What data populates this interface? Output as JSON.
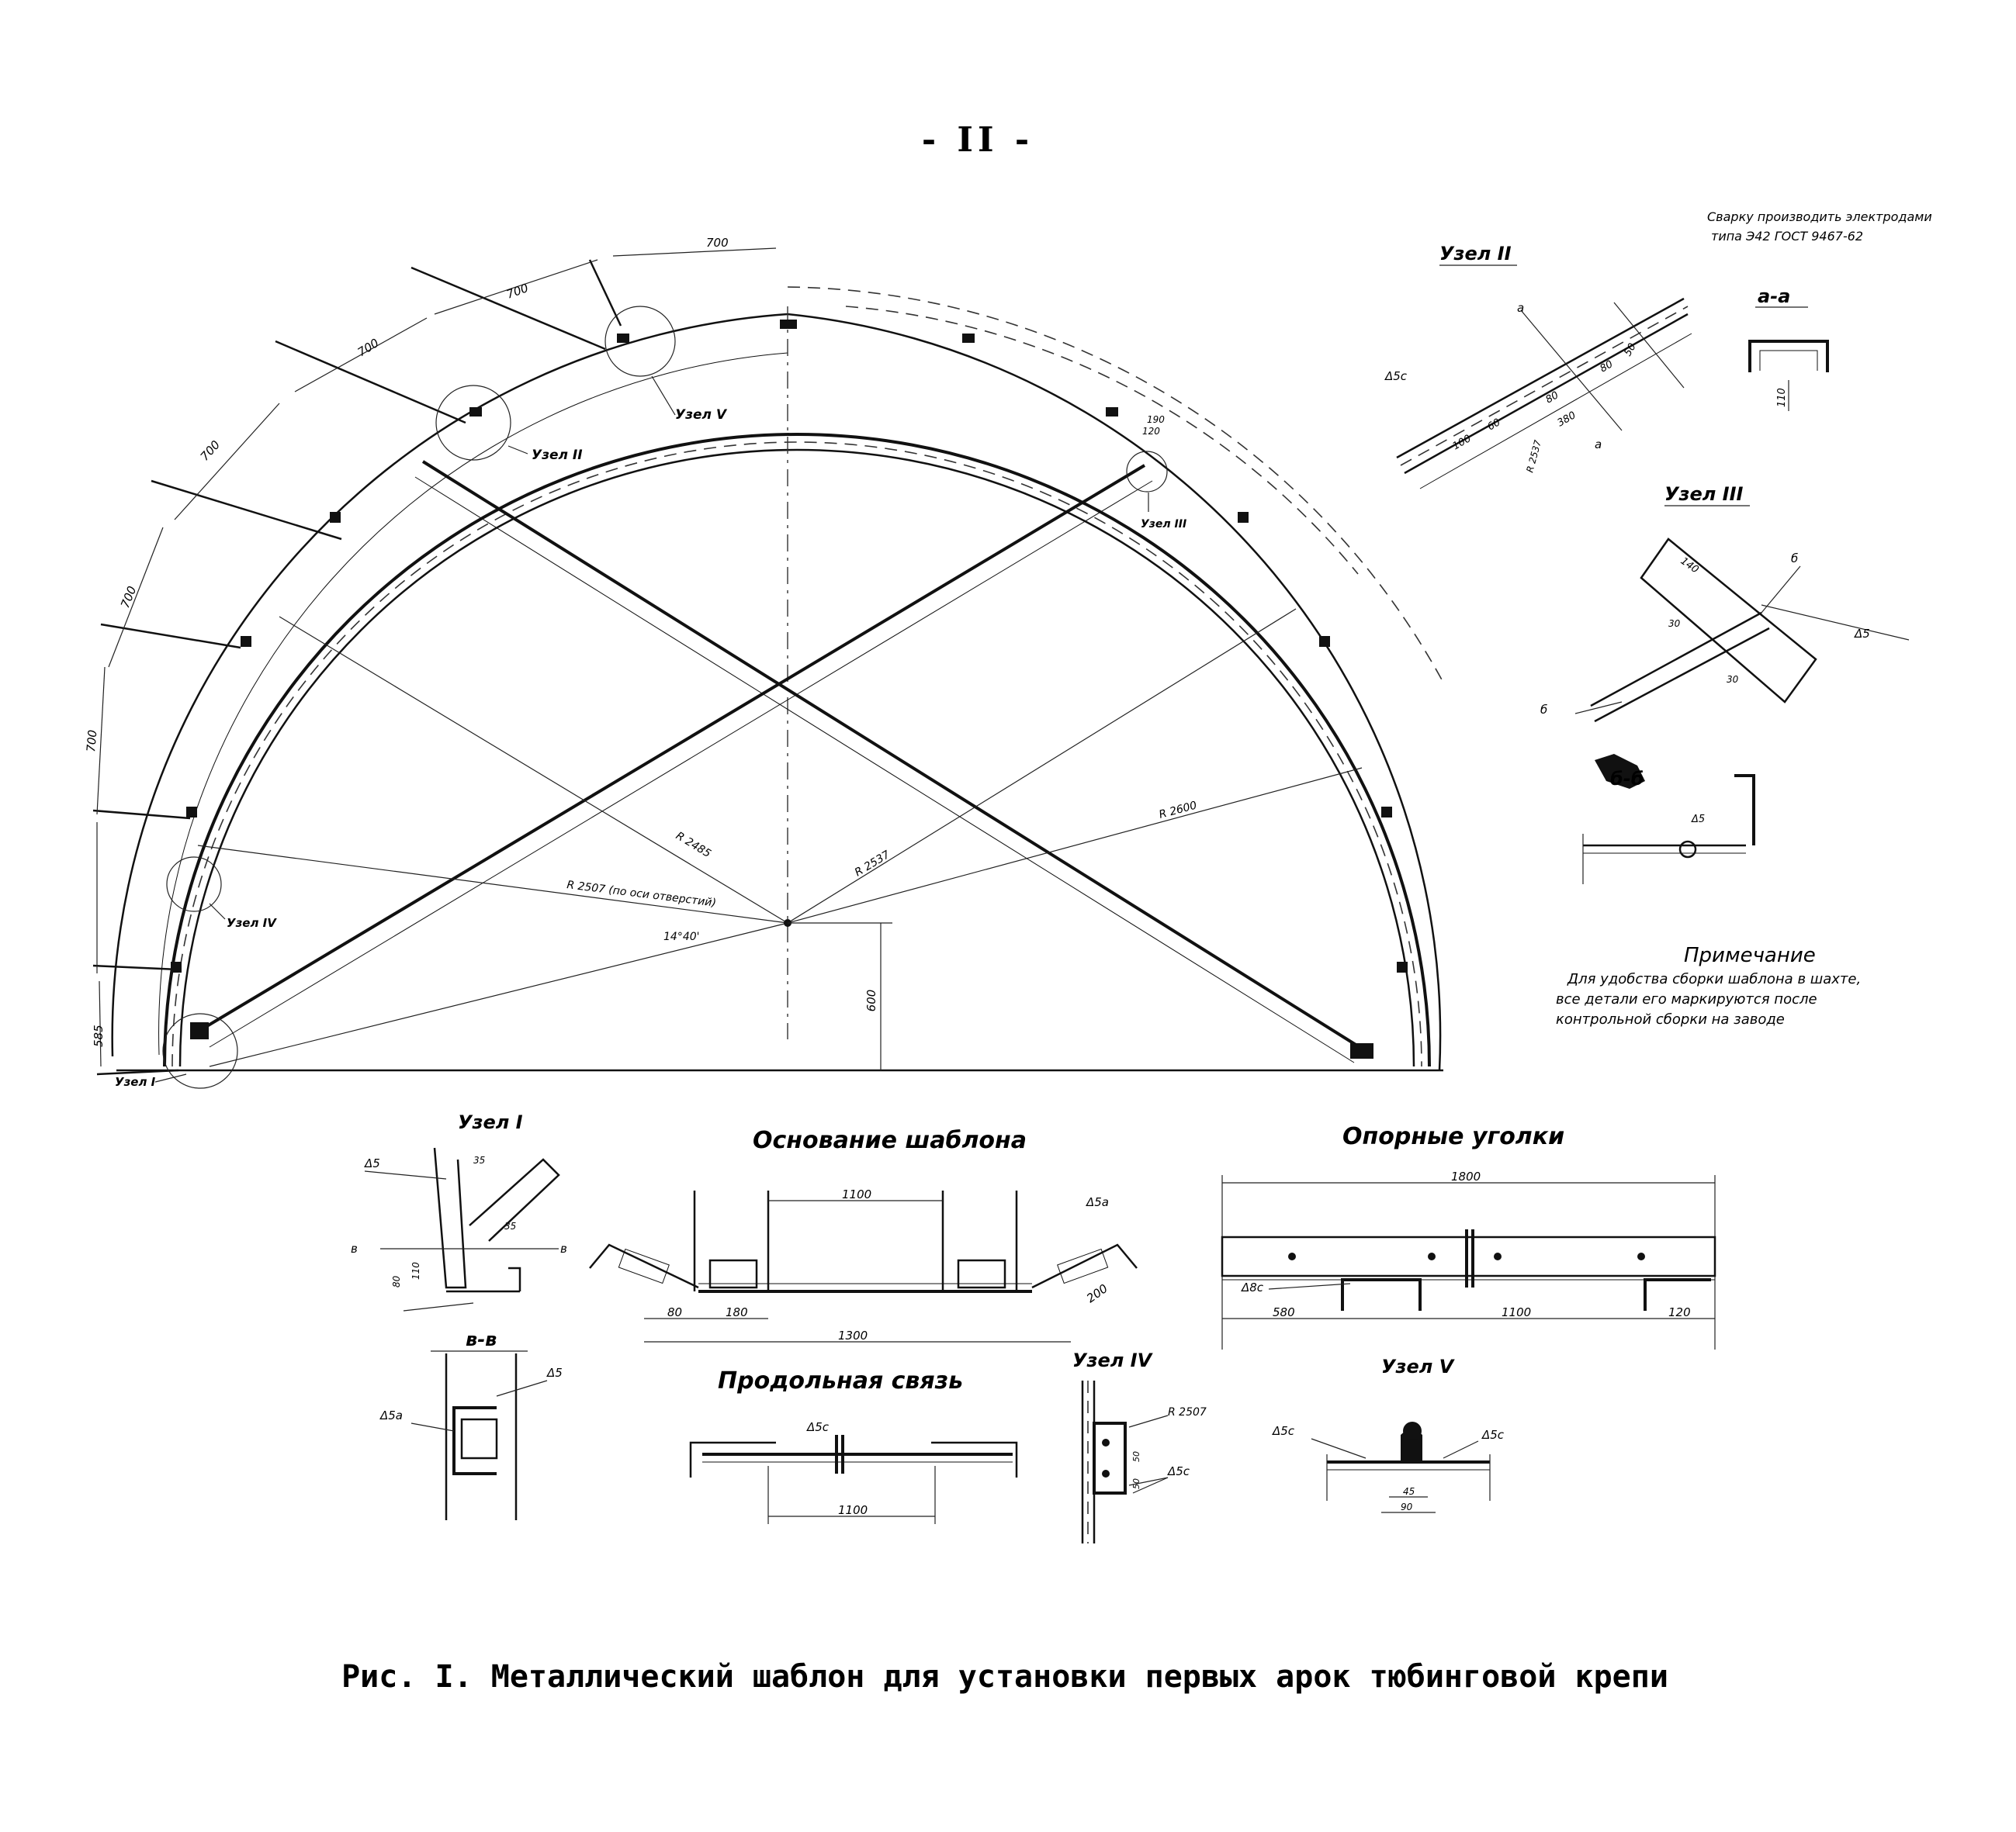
{
  "page_number": "- II -",
  "caption": "Рис. I. Металлический шаблон для установки первых арок тюбинговой крепи",
  "main_view": {
    "segment_dims": [
      "700",
      "700",
      "700",
      "700",
      "700",
      "700",
      "585"
    ],
    "radii": [
      "R 2485",
      "R 2537",
      "R 2600",
      "R 2507 (по оси отверстий)"
    ],
    "height_dim": "600",
    "angle_label": "14°40'",
    "node_labels": [
      "Узел I",
      "Узел II",
      "Узел III",
      "Узел IV",
      "Узел V"
    ],
    "small_dims": [
      "190",
      "120"
    ]
  },
  "weld_note": {
    "line1": "Сварку производить электродами",
    "line2": "типа Э42 ГОСТ 9467-62"
  },
  "node2": {
    "title": "Узел II",
    "weld": "Δ5с",
    "section_mark": "а",
    "dims": [
      "100",
      "60",
      "80",
      "80",
      "380",
      "50"
    ],
    "radius": "R 2537"
  },
  "section_aa": {
    "title": "а-а",
    "dim": "110"
  },
  "node3": {
    "title": "Узел III",
    "dims": [
      "140",
      "30",
      "30"
    ],
    "weld": "Δ5",
    "section_mark": "б"
  },
  "section_bb": {
    "title": "б-б",
    "weld": "Δ5"
  },
  "note": {
    "title": "Примечание",
    "line1": "Для удобства сборки шаблона в шахте,",
    "line2": "все детали его маркируются после",
    "line3": "контрольной сборки на заводе"
  },
  "node1": {
    "title": "Узел I",
    "weld": "Δ5",
    "section_mark": "в",
    "dims": [
      "35",
      "35",
      "110",
      "80"
    ]
  },
  "section_vv": {
    "title": "в-в",
    "weld1": "Δ5",
    "weld2": "Δ5а"
  },
  "base": {
    "title": "Основание шаблона",
    "weld": "Δ5а",
    "dims": [
      "1100",
      "80",
      "180",
      "1300",
      "200"
    ]
  },
  "support_angles": {
    "title": "Опорные уголки",
    "weld": "Δ8с",
    "dims": [
      "1800",
      "580",
      "1100",
      "120"
    ]
  },
  "longitudinal_link": {
    "title": "Продольная связь",
    "weld": "Δ5с",
    "dims": [
      "1100"
    ]
  },
  "node4": {
    "title": "Узел IV",
    "radius": "R 2507",
    "weld": "Δ5с",
    "dims": [
      "50",
      "50"
    ]
  },
  "node5": {
    "title": "Узел V",
    "weld_left": "Δ5с",
    "weld_right": "Δ5с",
    "dims": [
      "45",
      "90"
    ]
  }
}
